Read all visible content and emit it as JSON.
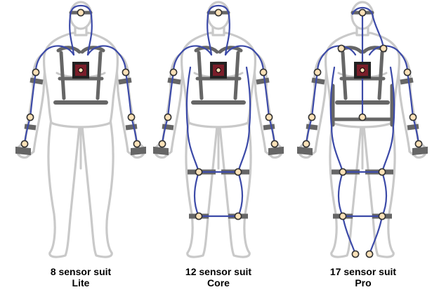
{
  "colors": {
    "outline": "#c9c9c9",
    "strap": "#666666",
    "wire": "#3c4aa8",
    "sensor_fill": "#fde2b8",
    "sensor_stroke": "#333333",
    "hub_frame": "#222222",
    "hub_fill": "#7a1e2a"
  },
  "icons": {
    "body": "human-figure-outline",
    "sensor": "round-sensor-node",
    "hub": "square-master-hub"
  },
  "figures": [
    {
      "id": "lite",
      "caption_line1": "8 sensor suit",
      "caption_line2": "Lite",
      "sensor_count": 8,
      "sensors": [
        "head",
        "upper-arm-left",
        "upper-arm-right",
        "forearm-left",
        "forearm-right",
        "hand-left",
        "hand-right"
      ],
      "bands": [
        "upper-arm-left",
        "upper-arm-right",
        "forearm-left",
        "forearm-right"
      ],
      "wires": [
        "head-loop",
        "left-shoulder",
        "right-shoulder",
        "left-arm",
        "right-arm"
      ]
    },
    {
      "id": "core",
      "caption_line1": "12 sensor suit",
      "caption_line2": "Core",
      "sensor_count": 12,
      "sensors": [
        "head",
        "upper-arm-left",
        "upper-arm-right",
        "forearm-left",
        "forearm-right",
        "hand-left",
        "hand-right",
        "thigh-left",
        "thigh-right",
        "shank-left",
        "shank-right"
      ],
      "bands": [
        "upper-arm-left",
        "upper-arm-right",
        "forearm-left",
        "forearm-right",
        "thigh-left",
        "thigh-right",
        "shank-left",
        "shank-right"
      ],
      "wires": [
        "head-loop",
        "left-shoulder",
        "right-shoulder",
        "left-arm",
        "right-arm",
        "left-side-leg",
        "right-side-leg",
        "thigh-tie",
        "shank-tie"
      ]
    },
    {
      "id": "pro",
      "caption_line1": "17 sensor suit",
      "caption_line2": "Pro",
      "sensor_count": 17,
      "sensors": [
        "head",
        "shoulder-left",
        "shoulder-right",
        "upper-arm-left",
        "upper-arm-right",
        "forearm-left",
        "forearm-right",
        "hand-left",
        "hand-right",
        "pelvis",
        "thigh-left",
        "thigh-right",
        "shank-left",
        "shank-right",
        "foot-left",
        "foot-right"
      ],
      "bands": [
        "upper-arm-left",
        "upper-arm-right",
        "forearm-left",
        "forearm-right",
        "thigh-left",
        "thigh-right",
        "shank-left",
        "shank-right"
      ],
      "wires": [
        "head-spine",
        "left-shoulder",
        "right-shoulder",
        "left-arm",
        "right-arm",
        "spine",
        "left-side-leg",
        "right-side-leg",
        "thigh-tie",
        "shank-tie",
        "left-inner-leg",
        "right-inner-leg"
      ]
    }
  ]
}
